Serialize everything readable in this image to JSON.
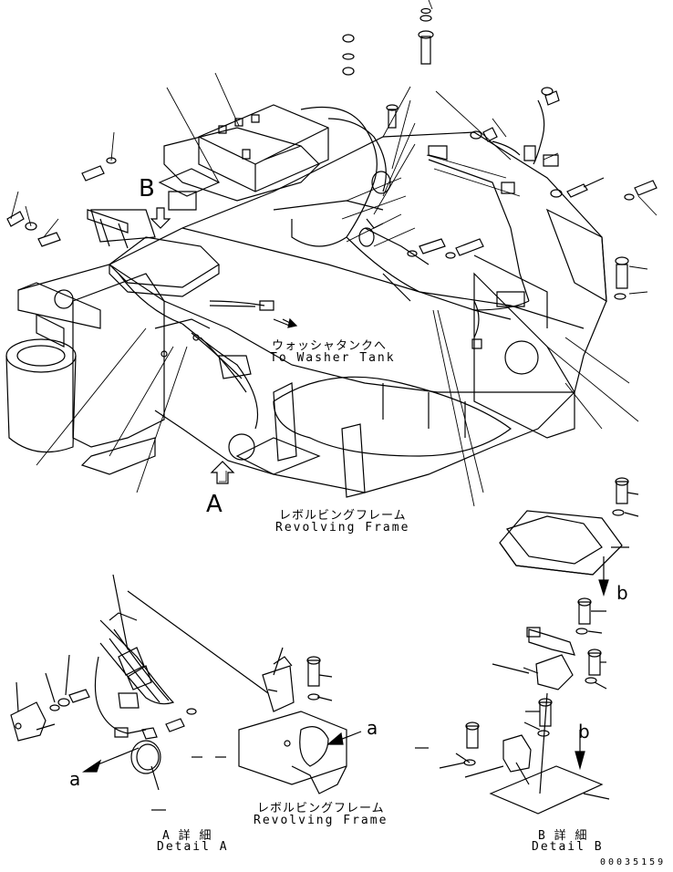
{
  "callouts": {
    "view_a": "A",
    "view_b": "B",
    "small_a": "a",
    "small_b": "b",
    "detail_b_small": "b"
  },
  "labels": {
    "washer_tank_jp": "ウォッシャタンクへ",
    "washer_tank_en": "To Washer Tank",
    "revolving_frame_jp": "レボルビングフレーム",
    "revolving_frame_en": "Revolving Frame",
    "detail_a_frame_jp": "レボルビングフレーム",
    "detail_a_frame_en": "Revolving Frame",
    "detail_a_jp": "A 詳 細",
    "detail_a_en": "Detail A",
    "detail_b_jp": "B 詳 細",
    "detail_b_en": "Detail B"
  },
  "part_number": "00035159"
}
